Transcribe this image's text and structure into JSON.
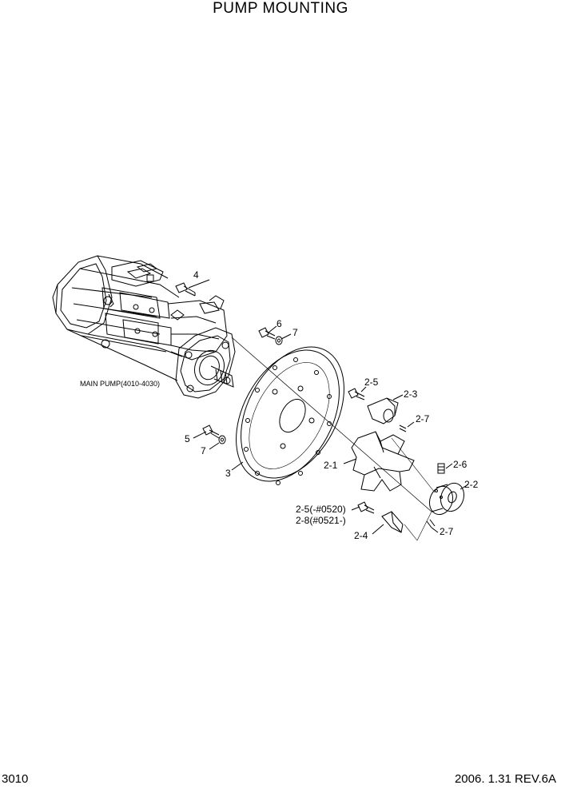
{
  "title": "PUMP MOUNTING",
  "page_number": "3010",
  "revision": "2006. 1.31  REV.6A",
  "callouts": {
    "main_pump": "MAIN PUMP(4010-4030)",
    "p4": "4",
    "p6": "6",
    "p7a": "7",
    "p5": "5",
    "p7b": "7",
    "p3": "3",
    "p2_5": "2-5",
    "p2_3": "2-3",
    "p2_7a": "2-7",
    "p2_1": "2-1",
    "p2_6": "2-6",
    "p2_2": "2-2",
    "p2_5b": "2-5(-#0520)",
    "p2_8": "2-8(#0521-)",
    "p2_4": "2-4",
    "p2_7b": "2-7"
  }
}
